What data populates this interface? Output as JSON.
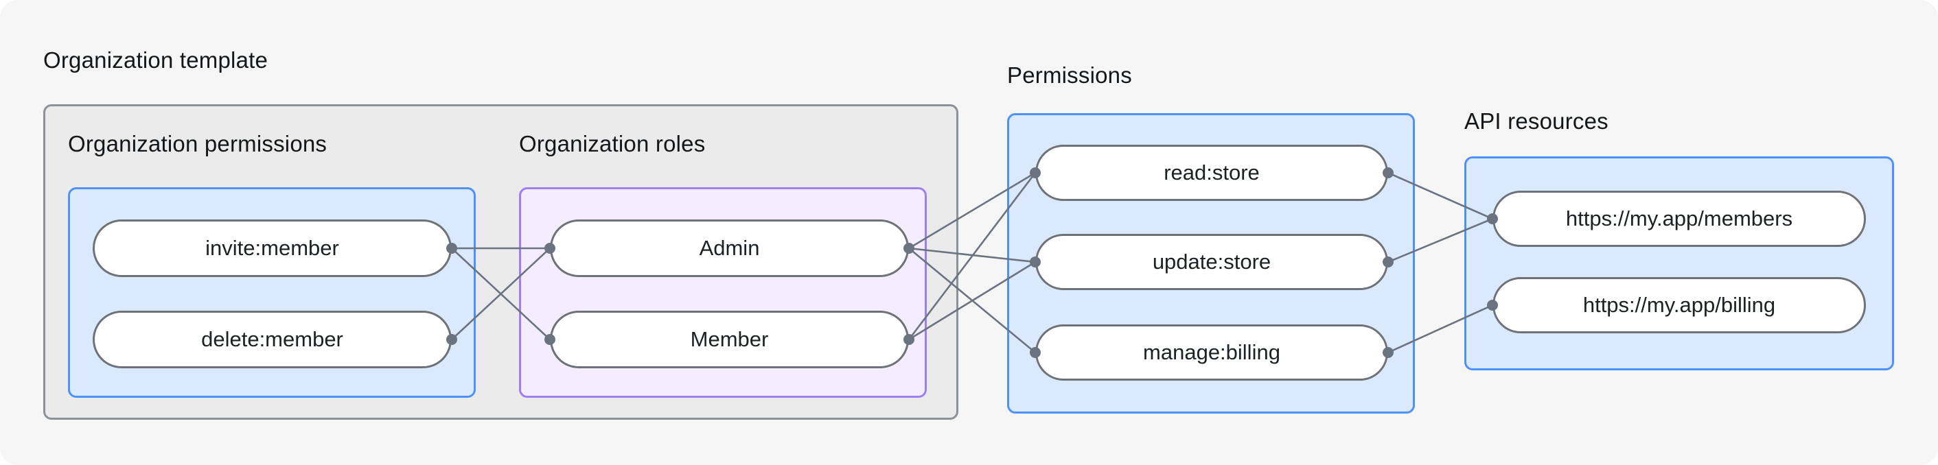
{
  "diagram": {
    "groups": {
      "org_template": {
        "label": "Organization template"
      },
      "org_permissions": {
        "label": "Organization permissions"
      },
      "org_roles": {
        "label": "Organization roles"
      },
      "permissions": {
        "label": "Permissions"
      },
      "api_resources": {
        "label": "API resources"
      }
    },
    "nodes": {
      "invite_member": {
        "label": "invite:member"
      },
      "delete_member": {
        "label": "delete:member"
      },
      "admin": {
        "label": "Admin"
      },
      "member": {
        "label": "Member"
      },
      "read_store": {
        "label": "read:store"
      },
      "update_store": {
        "label": "update:store"
      },
      "manage_billing": {
        "label": "manage:billing"
      },
      "members_api": {
        "label": "https://my.app/members"
      },
      "billing_api": {
        "label": "https://my.app/billing"
      }
    },
    "edges": [
      {
        "from": "invite_member",
        "to": "admin"
      },
      {
        "from": "invite_member",
        "to": "member"
      },
      {
        "from": "delete_member",
        "to": "admin"
      },
      {
        "from": "admin",
        "to": "read_store"
      },
      {
        "from": "admin",
        "to": "update_store"
      },
      {
        "from": "admin",
        "to": "manage_billing"
      },
      {
        "from": "member",
        "to": "read_store"
      },
      {
        "from": "member",
        "to": "update_store"
      },
      {
        "from": "read_store",
        "to": "members_api"
      },
      {
        "from": "update_store",
        "to": "members_api"
      },
      {
        "from": "manage_billing",
        "to": "billing_api"
      }
    ],
    "colors": {
      "canvas_bg": "#f5f6f5",
      "gray_fill": "#ebebeb",
      "gray_border": "#8c9097",
      "blue_fill": "#dbe9fc",
      "blue_border": "#4f92f7",
      "purple_fill": "#f3edfd",
      "purple_border": "#9e7ff2",
      "pill_border": "#6e7278",
      "line": "#6b7280"
    }
  }
}
